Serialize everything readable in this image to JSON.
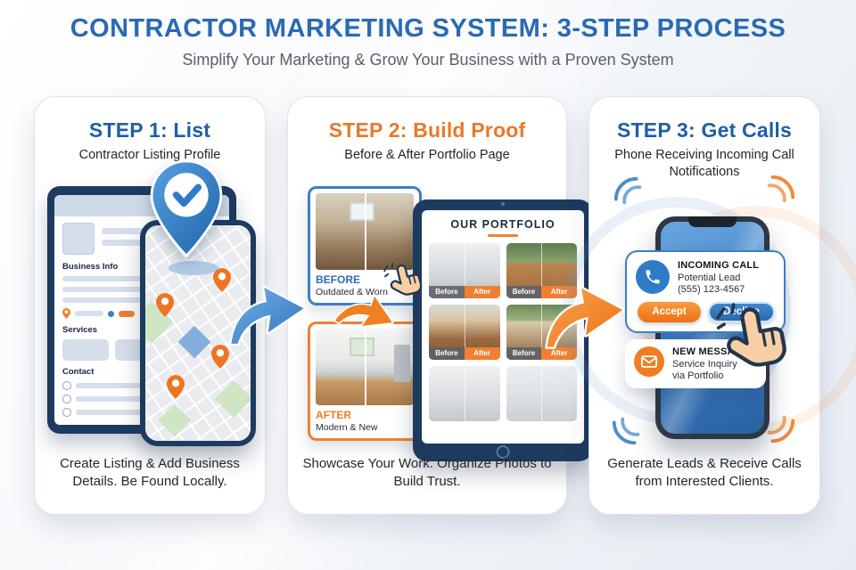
{
  "header": {
    "title": "CONTRACTOR MARKETING SYSTEM: 3-STEP PROCESS",
    "subtitle": "Simplify Your Marketing & Grow Your Business with a Proven System"
  },
  "colors": {
    "accent_blue": "#2a6ab3",
    "accent_orange": "#e8792a",
    "device_navy": "#1d3a5f"
  },
  "steps": [
    {
      "title": "STEP 1: List",
      "subtitle": "Contractor Listing Profile",
      "caption": "Create Listing & Add Business Details. Be Found Locally.",
      "profile": {
        "business_info": "Business Info",
        "services": "Services",
        "contact": "Contact"
      }
    },
    {
      "title": "STEP 2: Build Proof",
      "subtitle": "Before & After Portfolio Page",
      "caption": "Showcase Your Work. Organize Photos to Build Trust.",
      "before_card": {
        "label": "BEFORE",
        "desc": "Outdated & Worn"
      },
      "after_card": {
        "label": "AFTER",
        "desc": "Modern & New"
      },
      "portfolio": {
        "title": "OUR PORTFOLIO",
        "badge_before": "Before",
        "badge_after": "After"
      }
    },
    {
      "title": "STEP 3: Get Calls",
      "subtitle": "Phone Receiving Incoming Call Notifications",
      "caption": "Generate Leads & Receive Calls from Interested Clients.",
      "incoming_call": {
        "title": "INCOMING CALL",
        "line1": "Potential Lead",
        "line2": "(555) 123-4567",
        "accept": "Accept",
        "decline": "Decline"
      },
      "new_message": {
        "title": "NEW MESSAGE",
        "line1": "Service Inquiry",
        "line2": "via Portfolio"
      }
    }
  ]
}
